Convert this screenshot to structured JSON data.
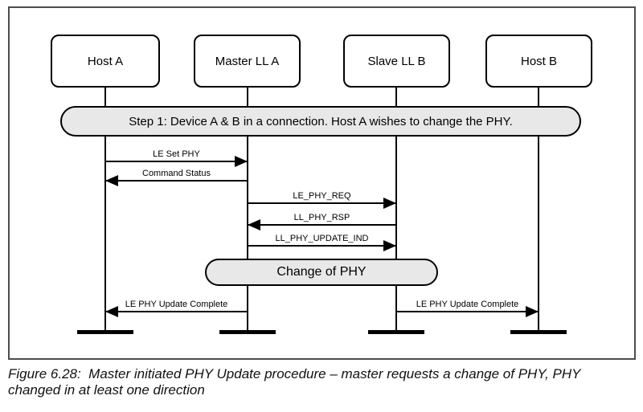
{
  "diagram": {
    "actors": [
      {
        "label": "Host A"
      },
      {
        "label": "Master LL A"
      },
      {
        "label": "Slave LL B"
      },
      {
        "label": "Host B"
      }
    ],
    "step_banner": "Step 1: Device A & B in a connection. Host A wishes to change the PHY.",
    "messages": [
      {
        "label": "LE Set PHY",
        "from": "Host A",
        "to": "Master LL A",
        "direction": "right"
      },
      {
        "label": "Command Status",
        "from": "Master LL A",
        "to": "Host A",
        "direction": "left"
      },
      {
        "label": "LE_PHY_REQ",
        "from": "Master LL A",
        "to": "Slave LL B",
        "direction": "right"
      },
      {
        "label": "LL_PHY_RSP",
        "from": "Slave LL B",
        "to": "Master LL A",
        "direction": "left"
      },
      {
        "label": "LL_PHY_UPDATE_IND",
        "from": "Master LL A",
        "to": "Slave LL B",
        "direction": "right"
      },
      {
        "label": "LE PHY Update Complete",
        "from": "Master LL A",
        "to": "Host A",
        "direction": "left"
      },
      {
        "label": "LE PHY Update Complete",
        "from": "Slave LL B",
        "to": "Host B",
        "direction": "right"
      }
    ],
    "state_label": "Change of PHY"
  },
  "caption": "Figure 6.28:  Master initiated PHY Update procedure – master requests a change of PHY, PHY changed in at least one direction",
  "colors": {
    "pill_fill": "#e8e8e8",
    "line": "#000000",
    "frame_border": "#4d4d4d",
    "background": "#ffffff"
  }
}
